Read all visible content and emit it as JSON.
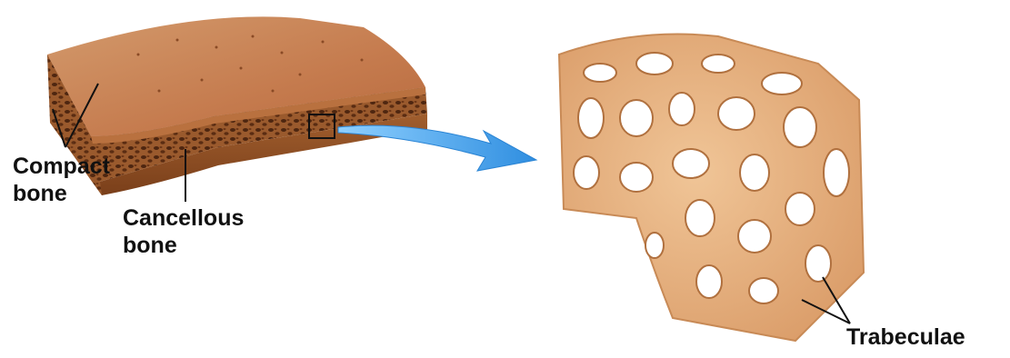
{
  "labels": {
    "compact_bone": [
      "Compact",
      "bone"
    ],
    "cancellous_bone": [
      "Cancellous",
      "bone"
    ],
    "trabeculae": "Trabeculae"
  },
  "colors": {
    "bone_top": "#c98258",
    "bone_side": "#b6703f",
    "spongy_fill": "#8a4a23",
    "trabecula": "#e8b585",
    "trabecula_shadow": "#b57a4a",
    "arrow": "#4aa8ec",
    "leader_line": "#111111"
  }
}
